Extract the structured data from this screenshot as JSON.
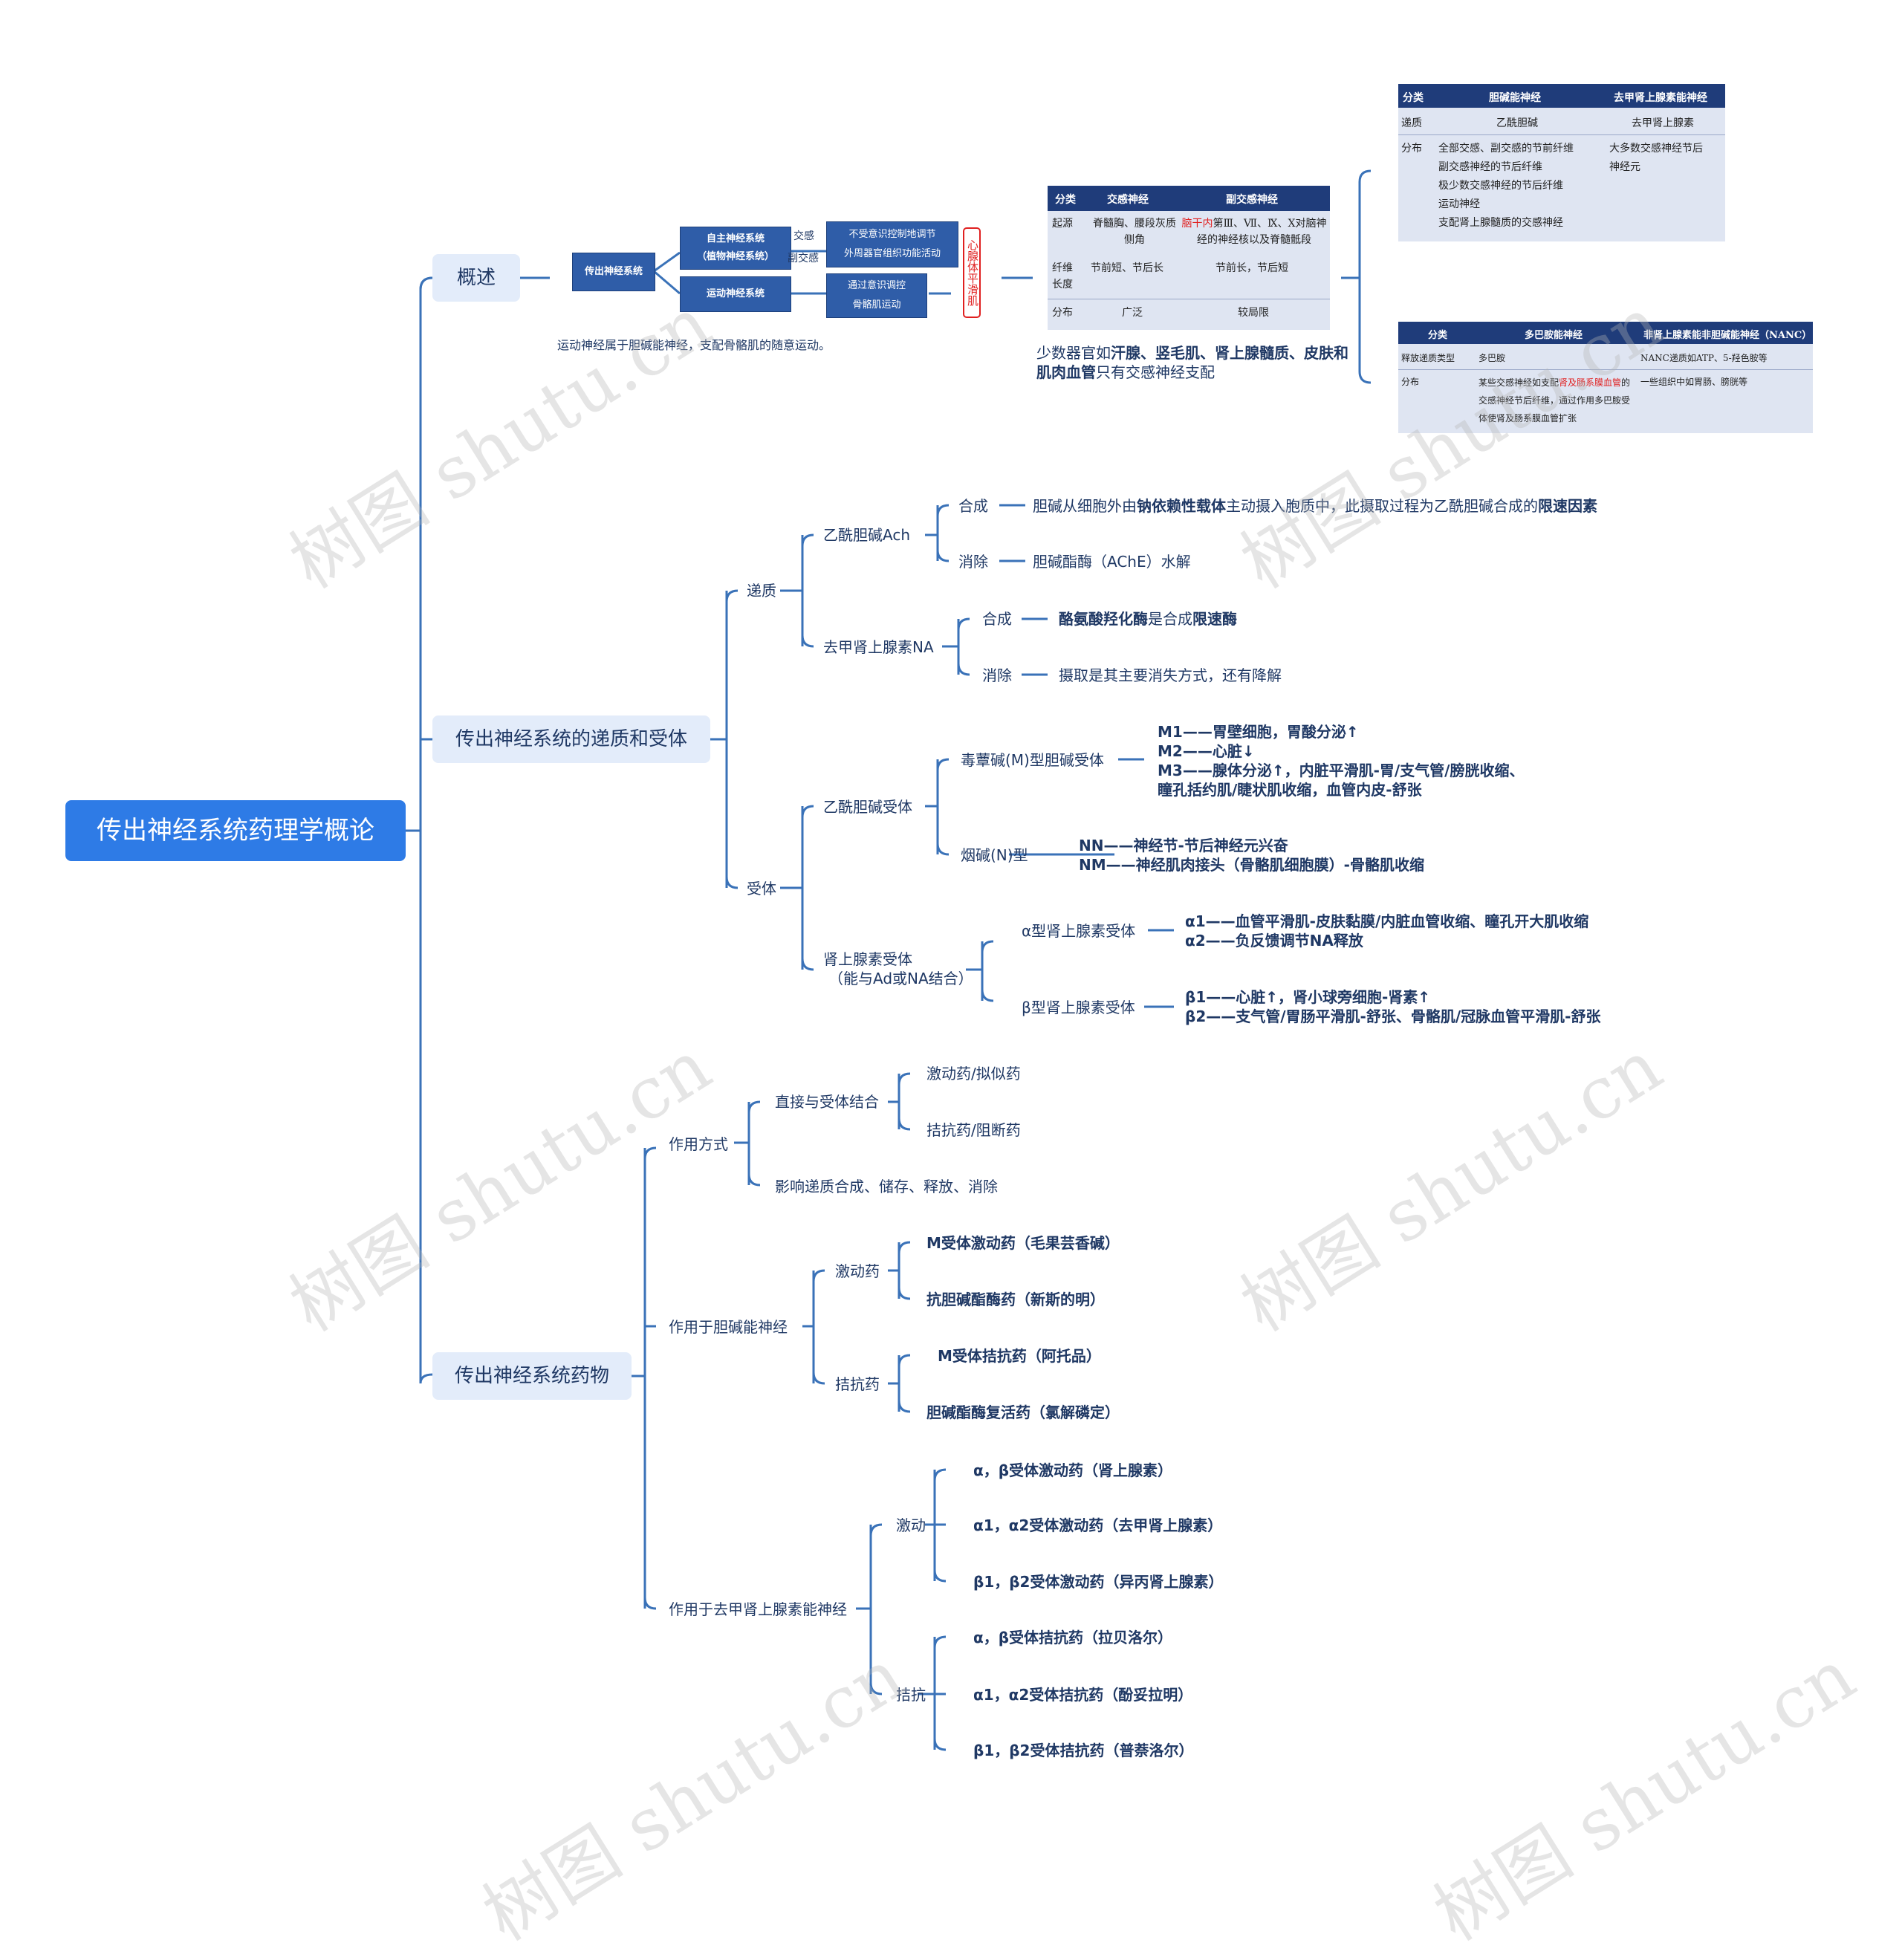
{
  "root": "传出神经系统药理学概论",
  "branches": {
    "overview": "概述",
    "transmitters_receptors": "传出神经系统的递质和受体",
    "drugs": "传出神经系统药物"
  },
  "overview": {
    "efferent": "传出神经系统",
    "autonomic": "自主神经系统",
    "autonomic_sub": "（植物神经系统）",
    "motor": "运动神经系统",
    "sympathetic": "交感",
    "parasympathetic": "副交感",
    "autonomic_desc_1": "不受意识控制地调节",
    "autonomic_desc_2": "外周器官组织功能活动",
    "motor_desc_1": "通过意识调控",
    "motor_desc_2": "骨骼肌运动",
    "targets_vertical": "心腺体平滑肌",
    "motor_note": "运动神经属于胆碱能神经，支配骨骼肌的随意运动。",
    "organ_note_pre": "少数器官如",
    "organ_note_bold": "汗腺、竖毛肌、肾上腺髓质、皮肤和肌肉血管",
    "organ_note_post": "只有交感神经支配"
  },
  "table_sym": {
    "headers": [
      "分类",
      "交感神经",
      "副交感神经"
    ],
    "rows": [
      {
        "k": "起源",
        "a": "脊髓胸、腰段灰质侧角",
        "b_red": "脑干内",
        "b": "第Ⅲ、Ⅶ、Ⅸ、X对脑神经的神经核以及脊髓骶段"
      },
      {
        "k": "纤维长度",
        "a": "节前短、节后长",
        "b": "节前长，节后短"
      },
      {
        "k": "分布",
        "a": "广泛",
        "b": "较局限"
      }
    ]
  },
  "table_ach": {
    "headers": [
      "分类",
      "胆碱能神经",
      "去甲肾上腺素能神经"
    ],
    "rows": [
      {
        "k": "递质",
        "a": "乙酰胆碱",
        "b": "去甲肾上腺素"
      },
      {
        "k": "分布",
        "a_lines": [
          "全部交感、副交感的节前纤维",
          "副交感神经的节后纤维",
          "极少数交感神经的节后纤维",
          "运动神经",
          "支配肾上腺髓质的交感神经"
        ],
        "b_lines": [
          "大多数交感神经节后",
          "神经元"
        ]
      }
    ]
  },
  "table_nanc": {
    "headers": [
      "分类",
      "多巴胺能神经",
      "非肾上腺素能非胆碱能神经（NANC）"
    ],
    "rows": [
      {
        "k": "释放递质类型",
        "a": "多巴胺",
        "b": "NANC递质如ATP、5-羟色胺等"
      },
      {
        "k": "分布",
        "a_pre": "某些交感神经如支配",
        "a_red": "肾及肠系膜血管",
        "a_post": "的交感神经节后纤维，通过作用多巴胺受体使肾及肠系膜血管扩张",
        "b": "一些组织中如胃肠、膀胱等"
      }
    ]
  },
  "transmitters": {
    "label": "递质",
    "ach": "乙酰胆碱Ach",
    "synthesis": "合成",
    "elimination": "消除",
    "ach_syn_1": "胆碱从细胞外由",
    "ach_syn_2": "钠依赖性载体",
    "ach_syn_3": "主动摄入胞质中，此摄取过程为乙酰胆碱合成的",
    "ach_syn_4": "限速因素",
    "ach_elim": "胆碱酯酶（AChE）水解",
    "na": "去甲肾上腺素NA",
    "na_syn_1": "酪氨酸羟化酶",
    "na_syn_2": "是合成",
    "na_syn_3": "限速酶",
    "na_elim": "摄取是其主要消失方式，还有降解"
  },
  "receptors": {
    "label": "受体",
    "ach_r": "乙酰胆碱受体",
    "m_type": "毒蕈碱(M)型胆碱受体",
    "m_lines": [
      "M1——胃壁细胞，胃酸分泌↑",
      "M2——心脏↓",
      "M3——腺体分泌↑，内脏平滑肌-胃/支气管/膀胱收缩、",
      "瞳孔括约肌/睫状肌收缩，血管内皮-舒张"
    ],
    "n_type": "烟碱(N)型",
    "n_lines": [
      "NN——神经节-节后神经元兴奋",
      "NM——神经肌肉接头（骨骼肌细胞膜）-骨骼肌收缩"
    ],
    "adr_r_1": "肾上腺素受体",
    "adr_r_2": "（能与Ad或NA结合）",
    "alpha_type": "α型肾上腺素受体",
    "alpha_lines": [
      "α1——血管平滑肌-皮肤黏膜/内脏血管收缩、瞳孔开大肌收缩",
      "α2——负反馈调节NA释放"
    ],
    "beta_type": "β型肾上腺素受体",
    "beta_lines": [
      "β1——心脏↑，肾小球旁细胞-肾素↑",
      "β2——支气管/胃肠平滑肌-舒张、骨骼肌/冠脉血管平滑肌-舒张"
    ]
  },
  "drugs": {
    "mode": "作用方式",
    "direct": "直接与受体结合",
    "agonist_mimic": "激动药/拟似药",
    "antagonist_block": "拮抗药/阻断药",
    "indirect": "影响递质合成、储存、释放、消除",
    "cholinergic": "作用于胆碱能神经",
    "agonists": "激动药",
    "antagonists": "拮抗药",
    "chol_ag": [
      "M受体激动药（毛果芸香碱）",
      "抗胆碱酯酶药（新斯的明）"
    ],
    "chol_an": [
      "M受体拮抗药（阿托品）",
      "胆碱酯酶复活药（氯解磷定）"
    ],
    "adrenergic": "作用于去甲肾上腺素能神经",
    "excite": "激动",
    "antag": "拮抗",
    "adr_ag": [
      "α，β受体激动药（肾上腺素）",
      "α1，α2受体激动药（去甲肾上腺素）",
      "β1，β2受体激动药（异丙肾上腺素）"
    ],
    "adr_an": [
      "α，β受体拮抗药（拉贝洛尔）",
      "α1，α2受体拮抗药（酚妥拉明）",
      "β1，β2受体拮抗药（普萘洛尔）"
    ]
  },
  "watermark": "树图 shutu.cn",
  "colors": {
    "line": "#2e6db4",
    "root": "#2e7be6",
    "branch_bg": "#e3ecfa",
    "table_head": "#1f3c7a"
  }
}
